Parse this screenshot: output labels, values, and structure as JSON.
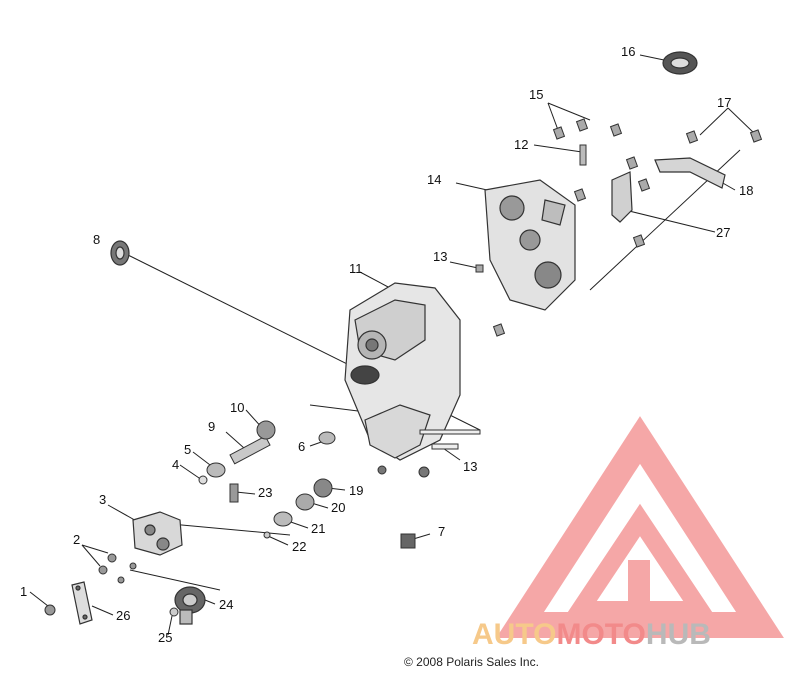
{
  "callouts": {
    "c1": "1",
    "c2": "2",
    "c3": "3",
    "c4": "4",
    "c5": "5",
    "c6": "6",
    "c7": "7",
    "c8": "8",
    "c9": "9",
    "c10": "10",
    "c11": "11",
    "c12": "12",
    "c13a": "13",
    "c13b": "13",
    "c14": "14",
    "c15": "15",
    "c16": "16",
    "c17": "17",
    "c18": "18",
    "c19": "19",
    "c20": "20",
    "c21": "21",
    "c22": "22",
    "c23": "23",
    "c24": "24",
    "c25": "25",
    "c26": "26",
    "c27": "27"
  },
  "copyright": "© 2008 Polaris Sales Inc.",
  "watermark": {
    "part1": "AUTO",
    "part2": "MOTO",
    "part3": "HUB",
    "color1": "#f6c98a",
    "color2": "#f28a8a",
    "color3": "#b9b9b9"
  }
}
